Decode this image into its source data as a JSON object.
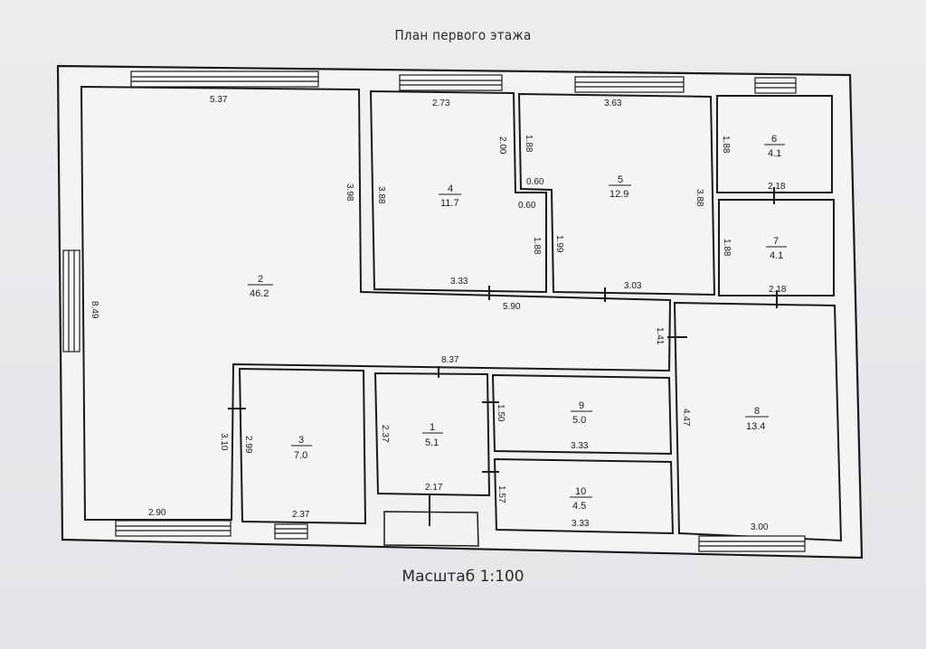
{
  "title": "План первого этажа",
  "scale_label": "Масштаб 1:100",
  "rooms": [
    {
      "num": "1",
      "area": "5.1"
    },
    {
      "num": "2",
      "area": "46.2"
    },
    {
      "num": "3",
      "area": "7.0"
    },
    {
      "num": "4",
      "area": "11.7"
    },
    {
      "num": "5",
      "area": "12.9"
    },
    {
      "num": "6",
      "area": "4.1"
    },
    {
      "num": "7",
      "area": "4.1"
    },
    {
      "num": "8",
      "area": "13.4"
    },
    {
      "num": "9",
      "area": "5.0"
    },
    {
      "num": "10",
      "area": "4.5"
    }
  ],
  "dimensions": {
    "room2_top": "5.37",
    "room2_left": "8.49",
    "room2_right": "3.98",
    "room2_bottom": "2.90",
    "room2_mid": "5.90",
    "room2_lower": "8.37",
    "room3_left_outer": "3.10",
    "room3_left": "2.99",
    "room3_bottom": "2.37",
    "room4_top": "2.73",
    "room4_left": "3.88",
    "room4_right_upper": "2.00",
    "room4_notch": "0.60",
    "room4_right_lower": "1.88",
    "room4_bottom": "3.33",
    "room5_top": "3.63",
    "room5_left_upper": "1.88",
    "room5_notch": "0.60",
    "room5_left_lower": "1.99",
    "room5_right": "3.88",
    "room5_bottom": "3.03",
    "room6_left": "1.88",
    "room6_bottom": "2.18",
    "room7_left": "1.88",
    "room7_bottom": "2.18",
    "room8_top_left": "1.41",
    "room8_left": "4.47",
    "room8_bottom": "3.00",
    "room1_left": "2.37",
    "room1_bottom": "2.17",
    "room9_left": "1.50",
    "room9_bottom": "3.33",
    "room10_left": "1.57",
    "room10_bottom": "3.33"
  }
}
